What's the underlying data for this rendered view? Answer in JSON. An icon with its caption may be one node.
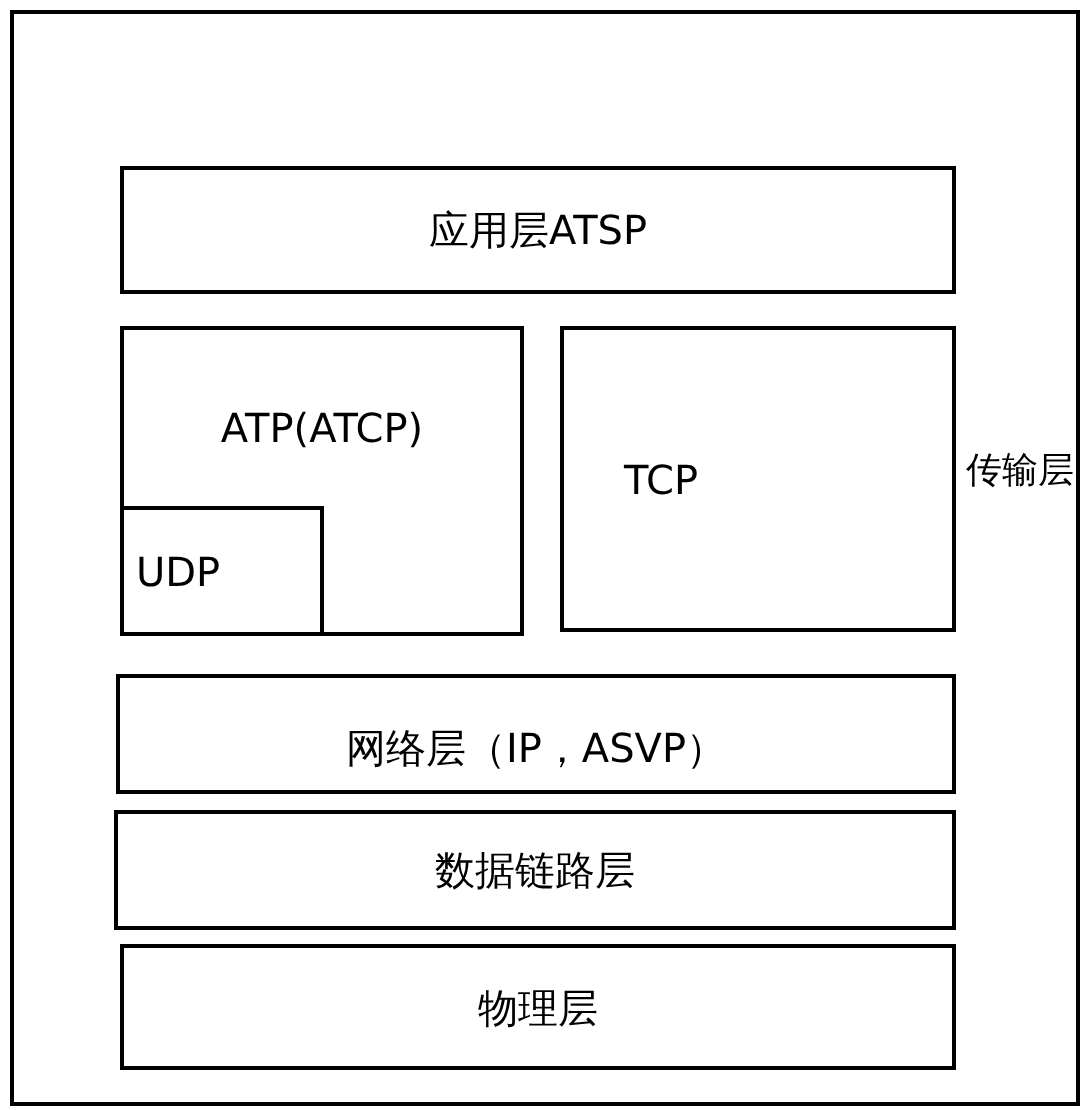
{
  "diagram": {
    "nodes": [
      {
        "text": [
          "应用层ATSP"
        ]
      },
      {
        "text": [
          "ATP(ATCP)"
        ]
      },
      {
        "text": [
          "UDP"
        ],
        "in": 1
      },
      {
        "text": [
          "TCP"
        ]
      },
      {
        "text": [
          "网络层（IP，ASVP）"
        ]
      },
      {
        "text": [
          "数据链路层"
        ]
      },
      {
        "text": [
          "物理层"
        ]
      }
    ],
    "labels": [
      "传输层"
    ]
  }
}
